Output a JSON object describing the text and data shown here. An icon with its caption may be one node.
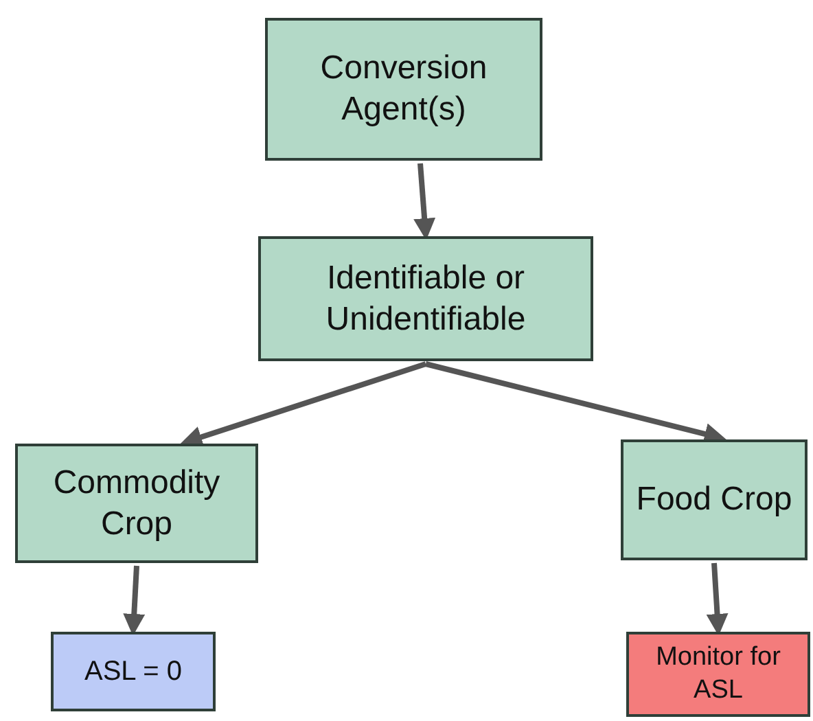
{
  "diagram": {
    "nodes": [
      {
        "text": [
          "Conversion Agent(s)"
        ]
      },
      {
        "text": [
          "Identifiable or Unidentifiable"
        ]
      },
      {
        "text": [
          "Commodity Crop"
        ]
      },
      {
        "text": [
          "Food Crop"
        ]
      },
      {
        "text": [
          "ASL = 0"
        ]
      },
      {
        "text": [
          "Monitor for ASL"
        ]
      }
    ],
    "edges": [
      {
        "from": 0,
        "to": 1,
        "arrow": "to"
      },
      {
        "from": 1,
        "to": 2,
        "arrow": "to"
      },
      {
        "from": 1,
        "to": 3,
        "arrow": "to"
      },
      {
        "from": 2,
        "to": 4,
        "arrow": "to"
      },
      {
        "from": 3,
        "to": 5,
        "arrow": "to"
      }
    ]
  }
}
